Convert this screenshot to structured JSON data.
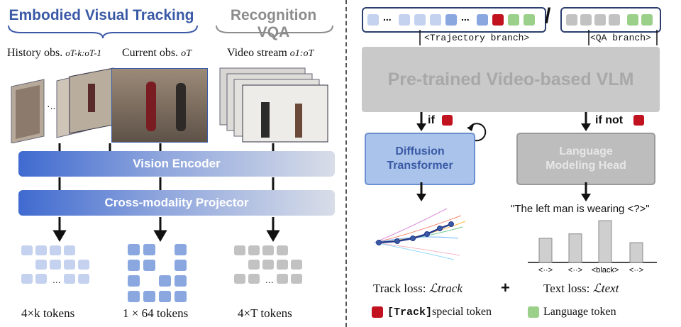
{
  "left": {
    "title_tracking": "Embodied Visual Tracking",
    "title_vqa": "Recognition VQA",
    "history_obs": "History obs.",
    "history_sym": "oT-k:oT-1",
    "current_obs": "Current obs.",
    "current_sym": "oT",
    "video_stream": "Video stream",
    "video_sym": "o1:oT",
    "vision_encoder": "Vision Encoder",
    "projector": "Cross-modality Projector",
    "tokens_k": "4×k tokens",
    "tokens_64": "1 × 64 tokens",
    "tokens_T": "4×T tokens",
    "ellipsis": "..."
  },
  "right": {
    "traj_branch": "<Trajectory branch>",
    "qa_branch": "<QA branch>",
    "slash": "/",
    "vlm": "Pre-trained Video-based VLM",
    "if_label": "if",
    "if_not_label": "if not",
    "diffusion": "Diffusion Transformer",
    "lmh": "Language Modeling Head",
    "quote": "\"The left man is wearing <?>\"",
    "bar_labels": [
      "<··>",
      "<··>",
      "<black>",
      "<··>"
    ],
    "bar_values": [
      0.55,
      0.65,
      0.95,
      0.45
    ],
    "track_loss": "Track loss:",
    "track_loss_sym": "ℒtrack",
    "plus": "+",
    "text_loss": "Text loss:",
    "text_loss_sym": "ℒtext",
    "legend_track_code": "[Track]",
    "legend_track_rest": "special token",
    "legend_lang": "Language token",
    "ellipsis": "..."
  },
  "colors": {
    "track_red": "#c1121f",
    "lang_green": "#9bd08a",
    "blue_accent": "#3b5aa6"
  }
}
